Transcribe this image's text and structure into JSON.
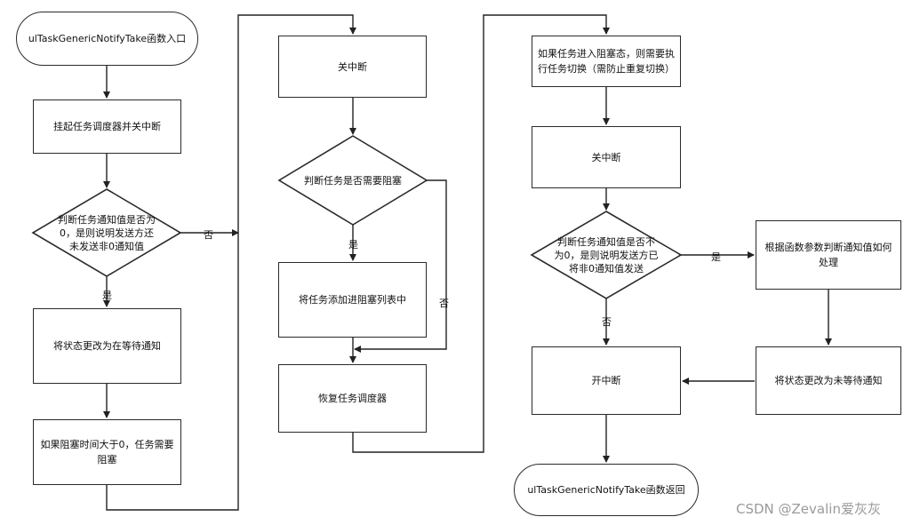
{
  "nodes": {
    "start": "ulTaskGenericNotifyTake函数入口",
    "suspend": "挂起任务调度器并关中断",
    "check_notify": "判断任务通知值是否为0，是则说明发送方还未发送非0通知值",
    "set_waiting": "将状态更改为在等待通知",
    "check_timeout": "如果阻塞时间大于0，任务需要阻塞",
    "disable_int_1": "关中断",
    "check_block": "判断任务是否需要阻塞",
    "add_block_list": "将任务添加进阻塞列表中",
    "resume_sched": "恢复任务调度器",
    "yield_switch": "如果任务进入阻塞态，则需要执行任务切换（需防止重复切换）",
    "disable_int_2": "关中断",
    "check_notify_nonzero": "判断任务通知值是否不为0，是则说明发送方已将非0通知值发送",
    "handle_value": "根据函数参数判断通知值如何处理",
    "set_not_waiting": "将状态更改为未等待通知",
    "enable_int": "开中断",
    "end": "ulTaskGenericNotifyTake函数返回"
  },
  "edge_labels": {
    "no_1": "否",
    "yes_1": "是",
    "yes_2": "是",
    "no_2": "否",
    "yes_3": "是",
    "no_3": "否"
  },
  "watermark": "CSDN @Zevalin爱灰灰"
}
